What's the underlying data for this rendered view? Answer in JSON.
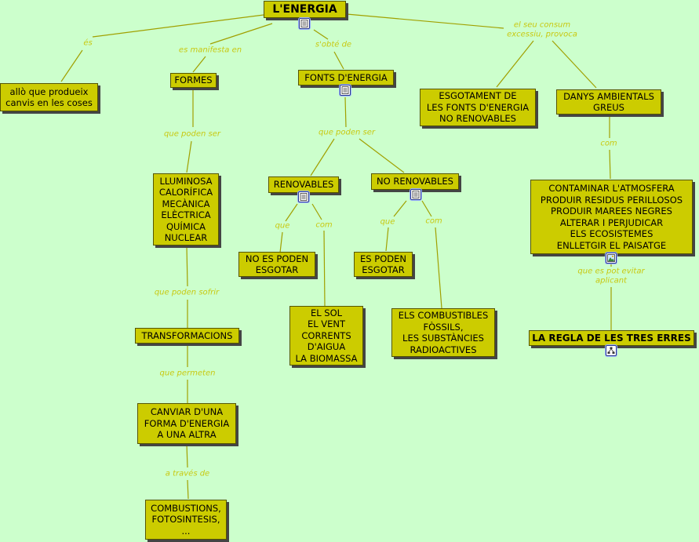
{
  "nodes": {
    "energia": "L'ENERGIA",
    "allo": "allò que produeix\ncanvis en les coses",
    "formes": "FORMES",
    "fonts": "FONTS D'ENERGIA",
    "esgotament": "ESGOTAMENT DE\nLES FONTS D'ENERGIA\nNO RENOVABLES",
    "danys": "DANYS AMBIENTALS\nGREUS",
    "lluminosa": "LLUMINOSA\nCALORÍFICA\nMECÀNICA\nELÈCTRICA\nQUÍMICA\nNUCLEAR",
    "renovables": "RENOVABLES",
    "norenovables": "NO RENOVABLES",
    "contaminar": "CONTAMINAR L'ATMOSFERA\nPRODUIR RESIDUS PERILLOSOS\nPRODUIR MAREES NEGRES\nALTERAR I PERJUDICAR\nELS ECOSISTEMES\nENLLETGIR EL PAISATGE",
    "noespoden": "NO ES PODEN\nESGOTAR",
    "espoden": "ES PODEN\nESGOTAR",
    "elsol": "EL SOL\nEL VENT\nCORRENTS\nD'AIGUA\nLA BIOMASSA",
    "combustibles": "ELS COMBUSTIBLES\nFÒSSILS,\nLES SUBSTÀNCIES\nRADIOACTIVES",
    "regla": "LA REGLA DE LES TRES ERRES",
    "transformacions": "TRANSFORMACIONS",
    "canviar": "CANVIAR D'UNA\nFORMA D'ENERGIA\nA UNA ALTRA",
    "combustions": "COMBUSTIONS,\nFOTOSINTESIS,\n..."
  },
  "labels": {
    "es": "és",
    "manifesta": "es manifesta en",
    "sobte": "s'obté de",
    "consum": "el seu consum\nexcessiu, provoca",
    "quepodenser1": "que poden ser",
    "quepodenser2": "que poden ser",
    "com1": "com",
    "que1": "que",
    "com2": "com",
    "que2": "que",
    "com3": "com",
    "sofrir": "que poden sofrir",
    "evitar": "que es pot evitar\naplicant",
    "permeten": "que permeten",
    "atraves": "a través de"
  },
  "icons": {
    "energia": "document-icon",
    "fonts": "document-icon",
    "renovables": "document-icon",
    "norenovables": "document-icon",
    "contaminar": "image-icon",
    "regla": "concept-map-icon"
  },
  "colors": {
    "background": "#ccffcc",
    "node": "#cccc00",
    "line": "#a0a000",
    "label": "#c8c810"
  }
}
